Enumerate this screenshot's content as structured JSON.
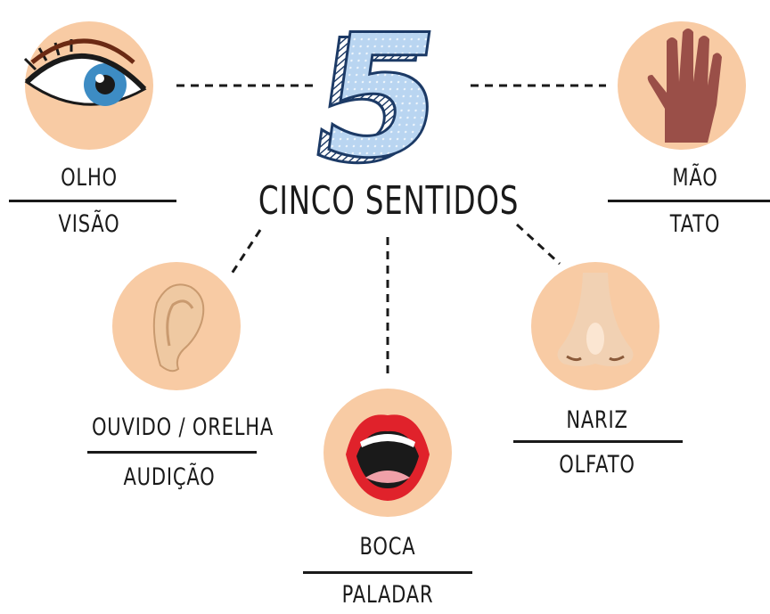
{
  "big_number": "5",
  "title": "CINCO SENTIDOS",
  "senses": [
    {
      "organ": "OLHO",
      "sense": "VISÃO",
      "icon": "eye-icon"
    },
    {
      "organ": "MÃO",
      "sense": "TATO",
      "icon": "hand-icon"
    },
    {
      "organ": "OUVIDO / ORELHA",
      "sense": "AUDIÇÃO",
      "icon": "ear-icon"
    },
    {
      "organ": "BOCA",
      "sense": "PALADAR",
      "icon": "mouth-icon"
    },
    {
      "organ": "NARIZ",
      "sense": "OLFATO",
      "icon": "nose-icon"
    }
  ],
  "colors": {
    "circle": "#f8cba4",
    "number_fill": "#b8d4f0",
    "number_stroke": "#1c3a66",
    "text": "#1a1a1a"
  }
}
